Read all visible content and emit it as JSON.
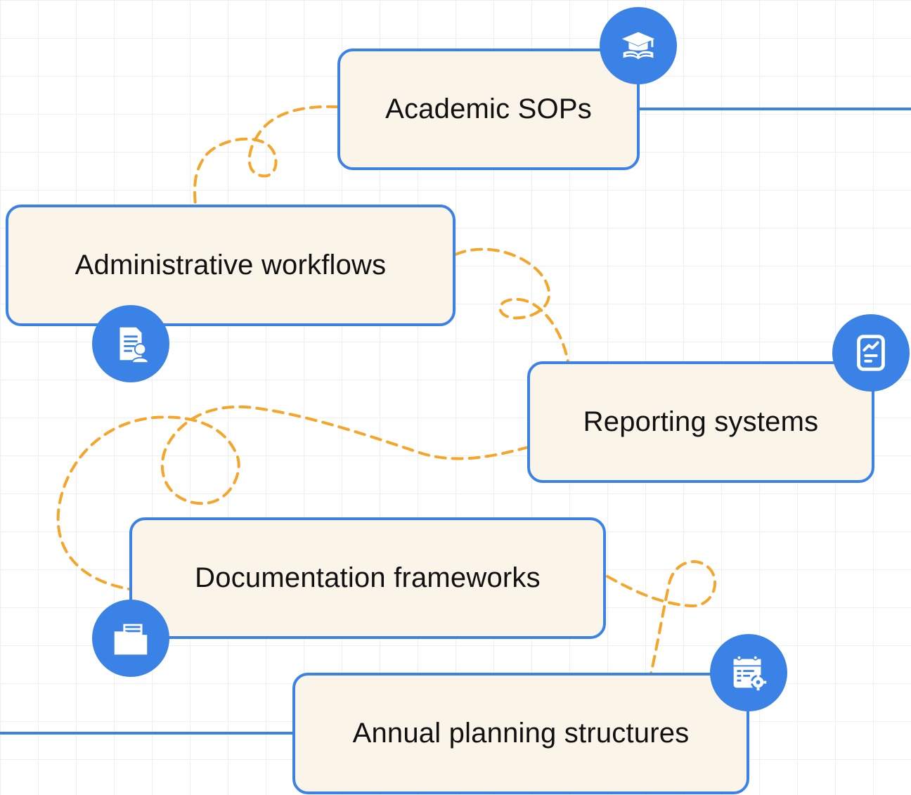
{
  "nodes": {
    "academic_sops": {
      "label": "Academic SOPs",
      "icon": "graduation-cap-book-icon"
    },
    "administrative_workflows": {
      "label": "Administrative workflows",
      "icon": "document-user-icon"
    },
    "reporting_systems": {
      "label": "Reporting systems",
      "icon": "chart-report-icon"
    },
    "documentation_frameworks": {
      "label": "Documentation frameworks",
      "icon": "folder-documents-icon"
    },
    "annual_planning_structures": {
      "label": "Annual planning structures",
      "icon": "calendar-settings-icon"
    }
  },
  "colors": {
    "accent_blue": "#3b82e6",
    "connector_orange": "#f4a52a",
    "box_fill": "#fbf4e9",
    "grid_line": "#efefef"
  }
}
